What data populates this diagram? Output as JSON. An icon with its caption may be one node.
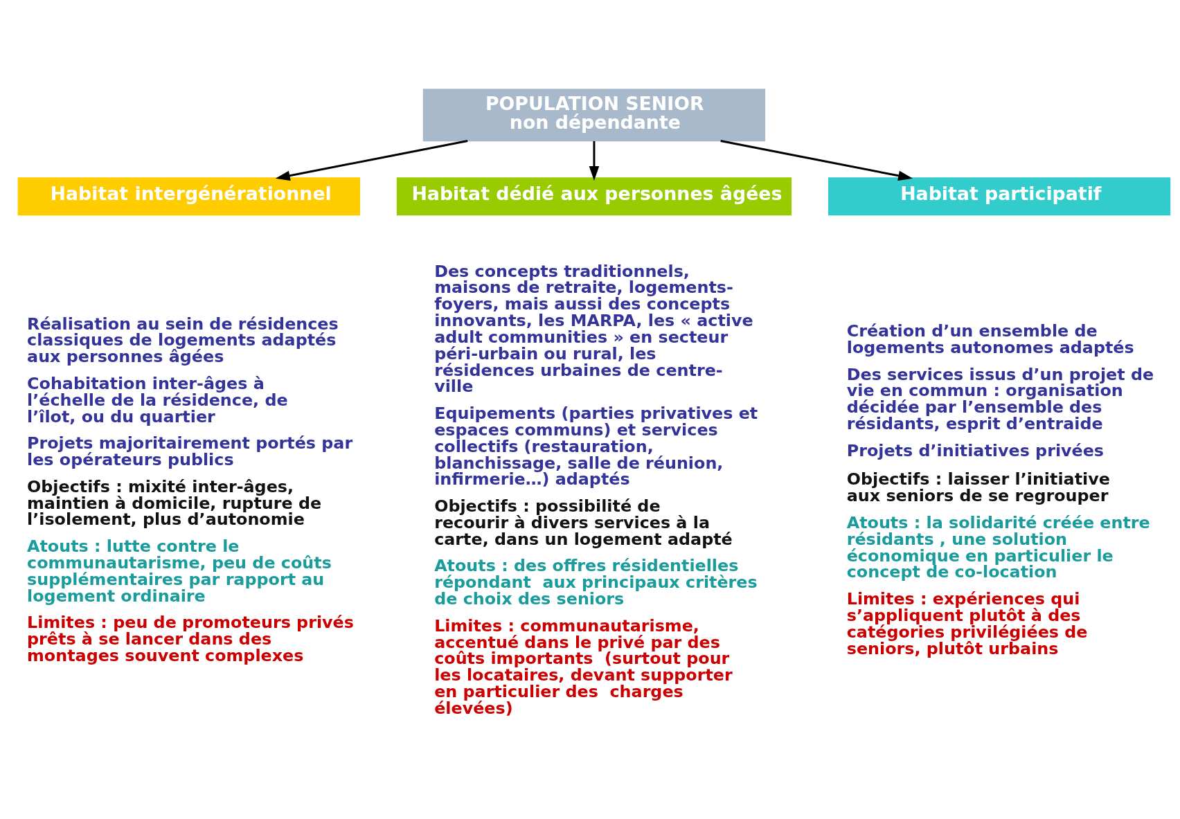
{
  "diagram": {
    "nodes": [
      {
        "text": [
          "POPULATION SENIOR",
          "non dépendante"
        ]
      },
      {
        "text": [
          "Habitat intergénérationnel"
        ],
        "beside": [
          "Réalisation au sein de résidences classiques de logements adaptés aux personnes âgées",
          "Cohabitation inter-âges à l’échelle de la résidence, de l’îlot, ou du quartier",
          "Projets majoritairement portés par les opérateurs publics",
          "Objectifs : mixité inter-âges, maintien à domicile, rupture de l’isolement, plus d’autonomie",
          "Atouts : lutte contre le communautarisme, peu de coûts supplémentaires par rapport au logement ordinaire",
          "Limites : peu de promoteurs privés prêts à se lancer dans des montages souvent complexes"
        ]
      },
      {
        "text": [
          "Habitat dédié aux personnes âgées"
        ],
        "beside": [
          "Des concepts traditionnels, maisons de retraite, logements-foyers, mais aussi des concepts innovants, les MARPA, les « active adult communities » en secteur péri-urbain ou rural, les résidences urbaines de centre-ville",
          "Equipements (parties privatives et espaces communs) et services collectifs (restauration, blanchissage, salle de réunion, infirmerie…) adaptés",
          "Objectifs : possibilité de recourir à divers services à la carte, dans un logement adapté",
          "Atouts : des offres résidentielles répondant  aux principaux critères de choix des seniors",
          "Limites : communautarisme, accentué dans le privé par des coûts importants  (surtout pour les locataires, devant supporter en particulier des  charges élevées)"
        ]
      },
      {
        "text": [
          "Habitat participatif"
        ],
        "beside": [
          "Création d’un ensemble de logements autonomes adaptés",
          "Des services issus d’un projet de vie en commun : organisation décidée par l’ensemble des résidants, esprit d’entraide",
          "Projets d’initiatives privées",
          "Objectifs : laisser l’initiative aux seniors de se regrouper",
          "Atouts : la solidarité créée entre résidants , une solution économique en particulier le concept de co-location",
          "Limites : expériences qui s’appliquent plutôt à des catégories privilégiées de seniors, plutôt urbains"
        ]
      }
    ],
    "edges": [
      {
        "from": 0,
        "to": 1,
        "arrow": "to"
      },
      {
        "from": 0,
        "to": 2,
        "arrow": "to"
      },
      {
        "from": 0,
        "to": 3,
        "arrow": "to"
      }
    ]
  }
}
